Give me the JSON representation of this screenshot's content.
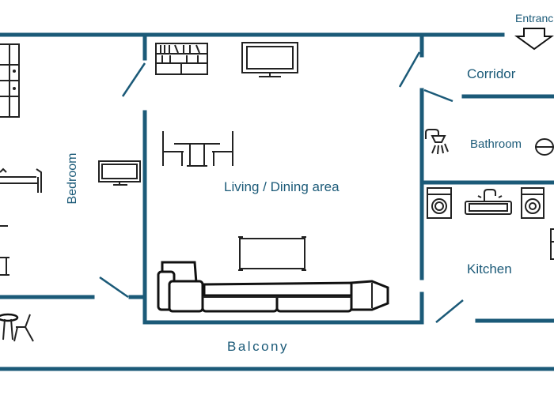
{
  "rooms": {
    "bedroom": "Bedroom",
    "living": "Living / Dining area",
    "corridor": "Corridor",
    "bathroom": "Bathroom",
    "kitchen": "Kitchen",
    "balcony": "Balcony",
    "entrance": "Entranc"
  },
  "colors": {
    "wall": "#1b5a78",
    "label": "#1b5a78",
    "furniture_line": "#222222"
  },
  "icons": [
    "wardrobe-icon",
    "bed-icon",
    "desk-icon",
    "tv-icon",
    "bookshelf-icon",
    "dining-table-icon",
    "sofa-icon",
    "coffee-table-icon",
    "shower-icon",
    "toilet-icon",
    "washing-machine-icon",
    "sink-icon",
    "dryer-icon",
    "fridge-icon",
    "balcony-chairs-icon",
    "entrance-arrow-icon"
  ]
}
